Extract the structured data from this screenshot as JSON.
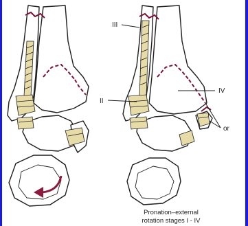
{
  "diagram": {
    "labels": {
      "stage_3": "III",
      "stage_2": "II",
      "stage_4": "IV",
      "alternative": "or"
    },
    "caption": {
      "line1": "Pronation–external",
      "line2": "rotation stages I - IV"
    },
    "colors": {
      "background": "#1a1ae6",
      "panel": "#ffffff",
      "ligament": "#e7dca8",
      "fracture_line": "#7a1436",
      "arrow": "#8c1a3c",
      "outline": "#1e1e1e"
    }
  }
}
